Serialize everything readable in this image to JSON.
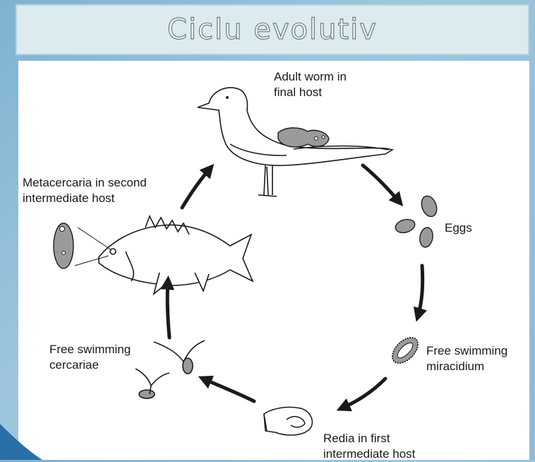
{
  "title": "Ciclu evolutiv",
  "labels": {
    "adult": [
      "Adult worm in",
      "final host"
    ],
    "metacercaria": [
      "Metacercaria in second",
      "intermediate host"
    ],
    "eggs": [
      "Eggs"
    ],
    "miracidium": [
      "Free swimming",
      "miracidium"
    ],
    "cercariae": [
      "Free swimming",
      "cercariae"
    ],
    "redia": [
      "Redia in first",
      "intermediate host"
    ]
  },
  "colors": {
    "background": "#8dbad6",
    "title_bar": "#dcebef",
    "panel": "#ffffff",
    "stage_fill": "#9a9a9a",
    "line": "#1a1a1a"
  }
}
